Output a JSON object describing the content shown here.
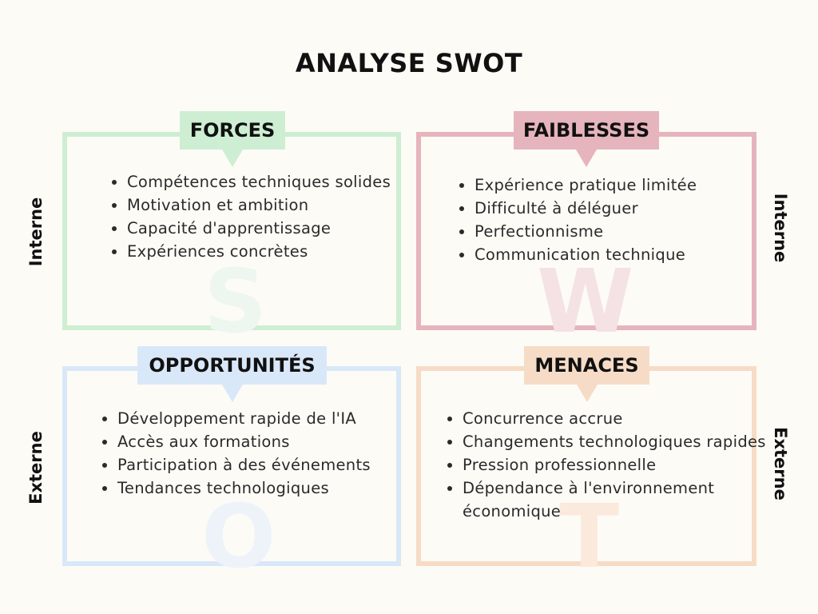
{
  "title": "ANALYSE SWOT",
  "colors": {
    "forces": "#cdeed2",
    "faiblesses": "#e6b4bd",
    "opportunites": "#d9e8f8",
    "menaces": "#f6dcc6",
    "background": "#fdfbf6"
  },
  "quadrants": {
    "forces": {
      "label": "FORCES",
      "letter": "S",
      "items": [
        "Compétences techniques solides",
        "Motivation et ambition",
        "Capacité d'apprentissage",
        "Expériences concrètes"
      ]
    },
    "faiblesses": {
      "label": "FAIBLESSES",
      "letter": "W",
      "items": [
        "Expérience pratique limitée",
        "Difficulté à déléguer",
        "Perfectionnisme",
        "Communication technique"
      ]
    },
    "opportunites": {
      "label": "OPPORTUNITÉS",
      "letter": "O",
      "items": [
        "Développement rapide de l'IA",
        "Accès aux formations",
        "Participation à des événements",
        "Tendances technologiques"
      ]
    },
    "menaces": {
      "label": "MENACES",
      "letter": "T",
      "items": [
        "Concurrence accrue",
        "Changements technologiques rapides",
        "Pression professionnelle",
        "Dépendance à l'environnement économique"
      ]
    }
  },
  "side_labels": {
    "left_top": "Interne",
    "left_bottom": "Externe",
    "right_top": "Interne",
    "right_bottom": "Externe"
  }
}
